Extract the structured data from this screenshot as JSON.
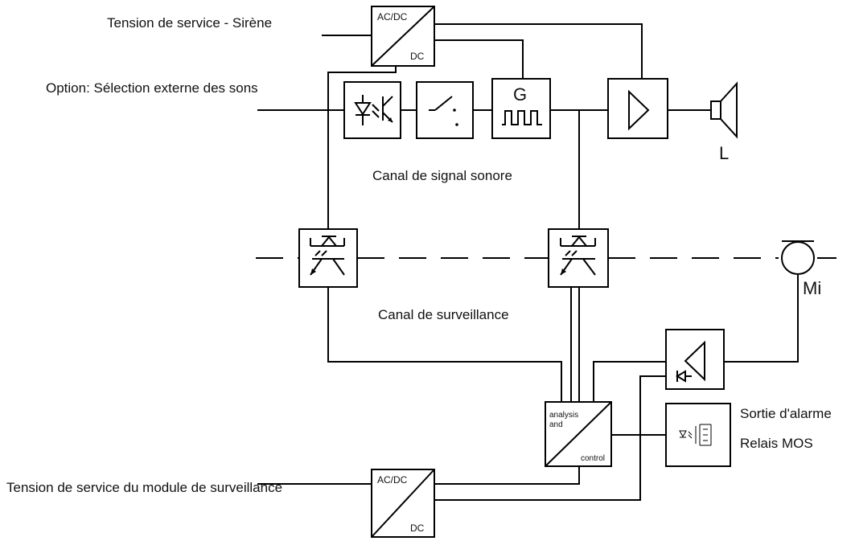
{
  "labels": {
    "tension_sirene": "Tension de service  - Sirène",
    "option_selection": "Option: Sélection externe des sons",
    "canal_signal": "Canal de signal sonore",
    "canal_surveillance": "Canal de surveillance",
    "tension_module": "Tension de service du module de surveillance",
    "sortie_alarme": "Sortie d'alarme",
    "relais_mos": "Relais MOS",
    "loudspeaker_letter": "L",
    "microphone_letter": "Mi"
  },
  "blocks": {
    "psu_top": {
      "top": "AC/DC",
      "bottom": "DC"
    },
    "psu_bottom": {
      "top": "AC/DC",
      "bottom": "DC"
    },
    "generator_letter": "G",
    "analysis": {
      "line1": "analysis",
      "line2": "and",
      "line3": "control"
    }
  },
  "colors": {
    "line": "#000000",
    "background": "#ffffff"
  }
}
